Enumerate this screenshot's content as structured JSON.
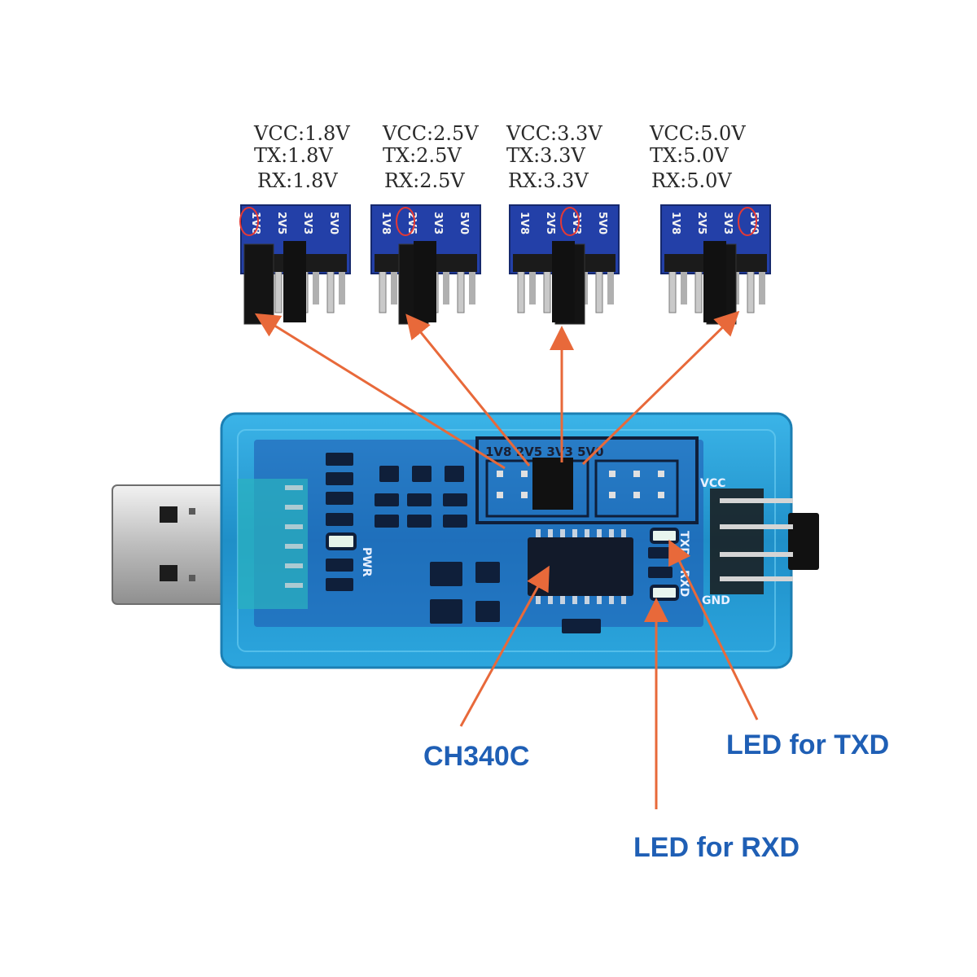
{
  "jumper_settings": [
    {
      "vcc": "VCC:1.8V",
      "tx": "TX:1.8V",
      "rx": "RX:1.8V",
      "selected": 0
    },
    {
      "vcc": "VCC:2.5V",
      "tx": "TX:2.5V",
      "rx": "RX:2.5V",
      "selected": 1
    },
    {
      "vcc": "VCC:3.3V",
      "tx": "TX:3.3V",
      "rx": "RX:3.3V",
      "selected": 2
    },
    {
      "vcc": "VCC:5.0V",
      "tx": "TX:5.0V",
      "rx": "RX:5.0V",
      "selected": 3
    }
  ],
  "header_pin_labels": [
    "1V8",
    "2V5",
    "3V3",
    "5V0"
  ],
  "board_silkscreen": {
    "jumper_row": "1V8 2V5 3V3 5V0",
    "pwr": "PWR",
    "txd": "TXD",
    "rxd": "RXD",
    "vcc": "VCC",
    "gnd": "GND"
  },
  "callouts": {
    "chip": "CH340C",
    "txd_led": "LED for TXD",
    "rxd_led": "LED for RXD"
  },
  "colors": {
    "arrow": "#e8693a",
    "callout_text": "#1f5fb5",
    "case": "#2a9fd6",
    "pcb": "#1d3f9e",
    "selection_circle": "#e53935"
  }
}
